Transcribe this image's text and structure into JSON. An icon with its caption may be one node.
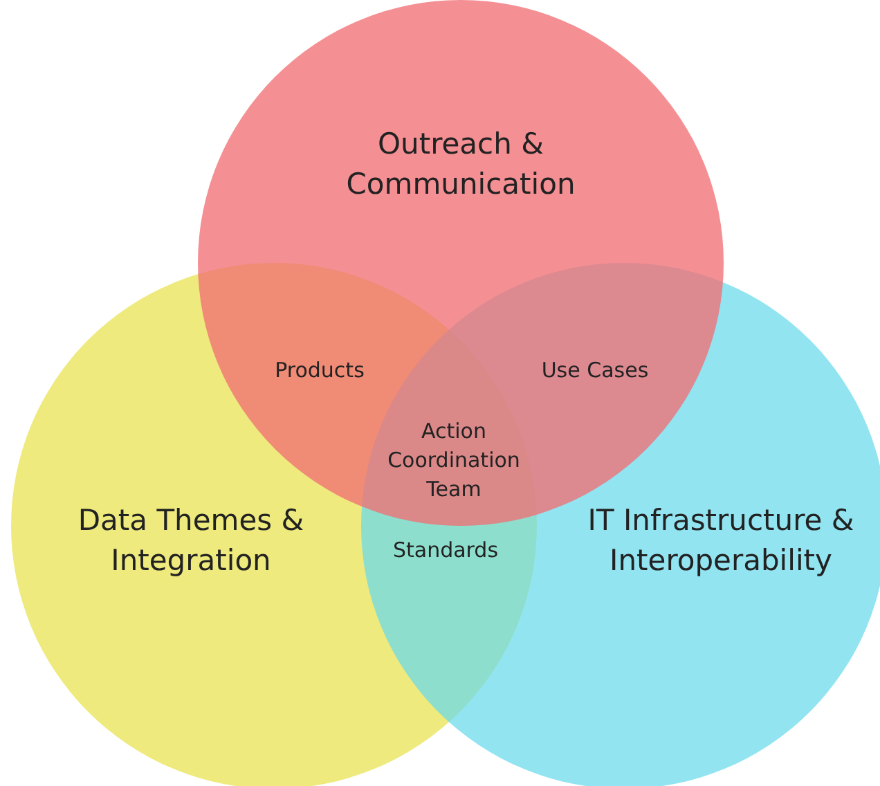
{
  "diagram": {
    "nodes": [
      {
        "text": [
          "Outreach & Communication"
        ]
      },
      {
        "text": [
          "Data Themes & Integration"
        ]
      },
      {
        "text": [
          "IT Infrastructure & Interoperability"
        ]
      }
    ],
    "labels": [
      "Products",
      "Use Cases",
      "Action Coordination Team",
      "Standards"
    ]
  }
}
